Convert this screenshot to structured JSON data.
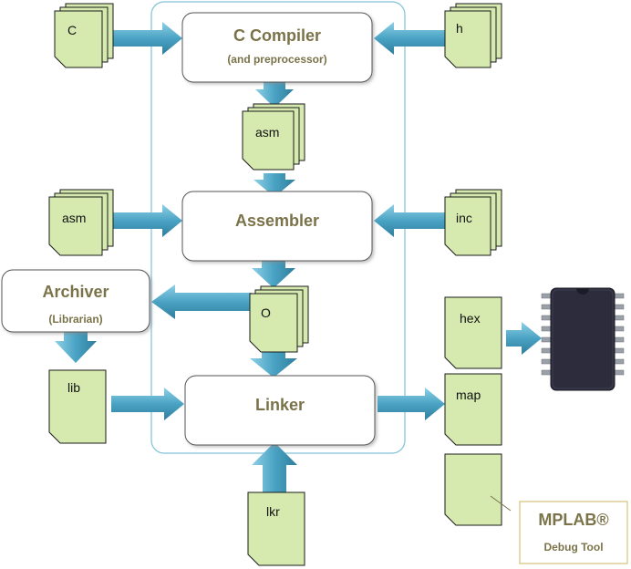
{
  "diagram": {
    "compiler": {
      "title": "C Compiler",
      "subtitle": "(and preprocessor)"
    },
    "assembler": {
      "title": "Assembler"
    },
    "archiver": {
      "title": "Archiver",
      "subtitle": "(Librarian)"
    },
    "linker": {
      "title": "Linker"
    },
    "mplab": {
      "title": "MPLAB®",
      "subtitle": "Debug Tool"
    },
    "files": {
      "c": "C",
      "h": "h",
      "asm_out": "asm",
      "asm_in": "asm",
      "inc": "inc",
      "o": "O",
      "lib": "lib",
      "lkr": "lkr",
      "hex": "hex",
      "map": "map",
      "blank": ""
    },
    "icons": {
      "chip": "microcontroller-chip-icon"
    },
    "colors": {
      "doc_fill": "#d6eab0",
      "doc_stroke": "#1a1a1a",
      "arrow": "#4aa3c4",
      "title_text": "#7a7349",
      "frame": "#7fc2d6",
      "chip_body": "#2c2c3c"
    }
  }
}
